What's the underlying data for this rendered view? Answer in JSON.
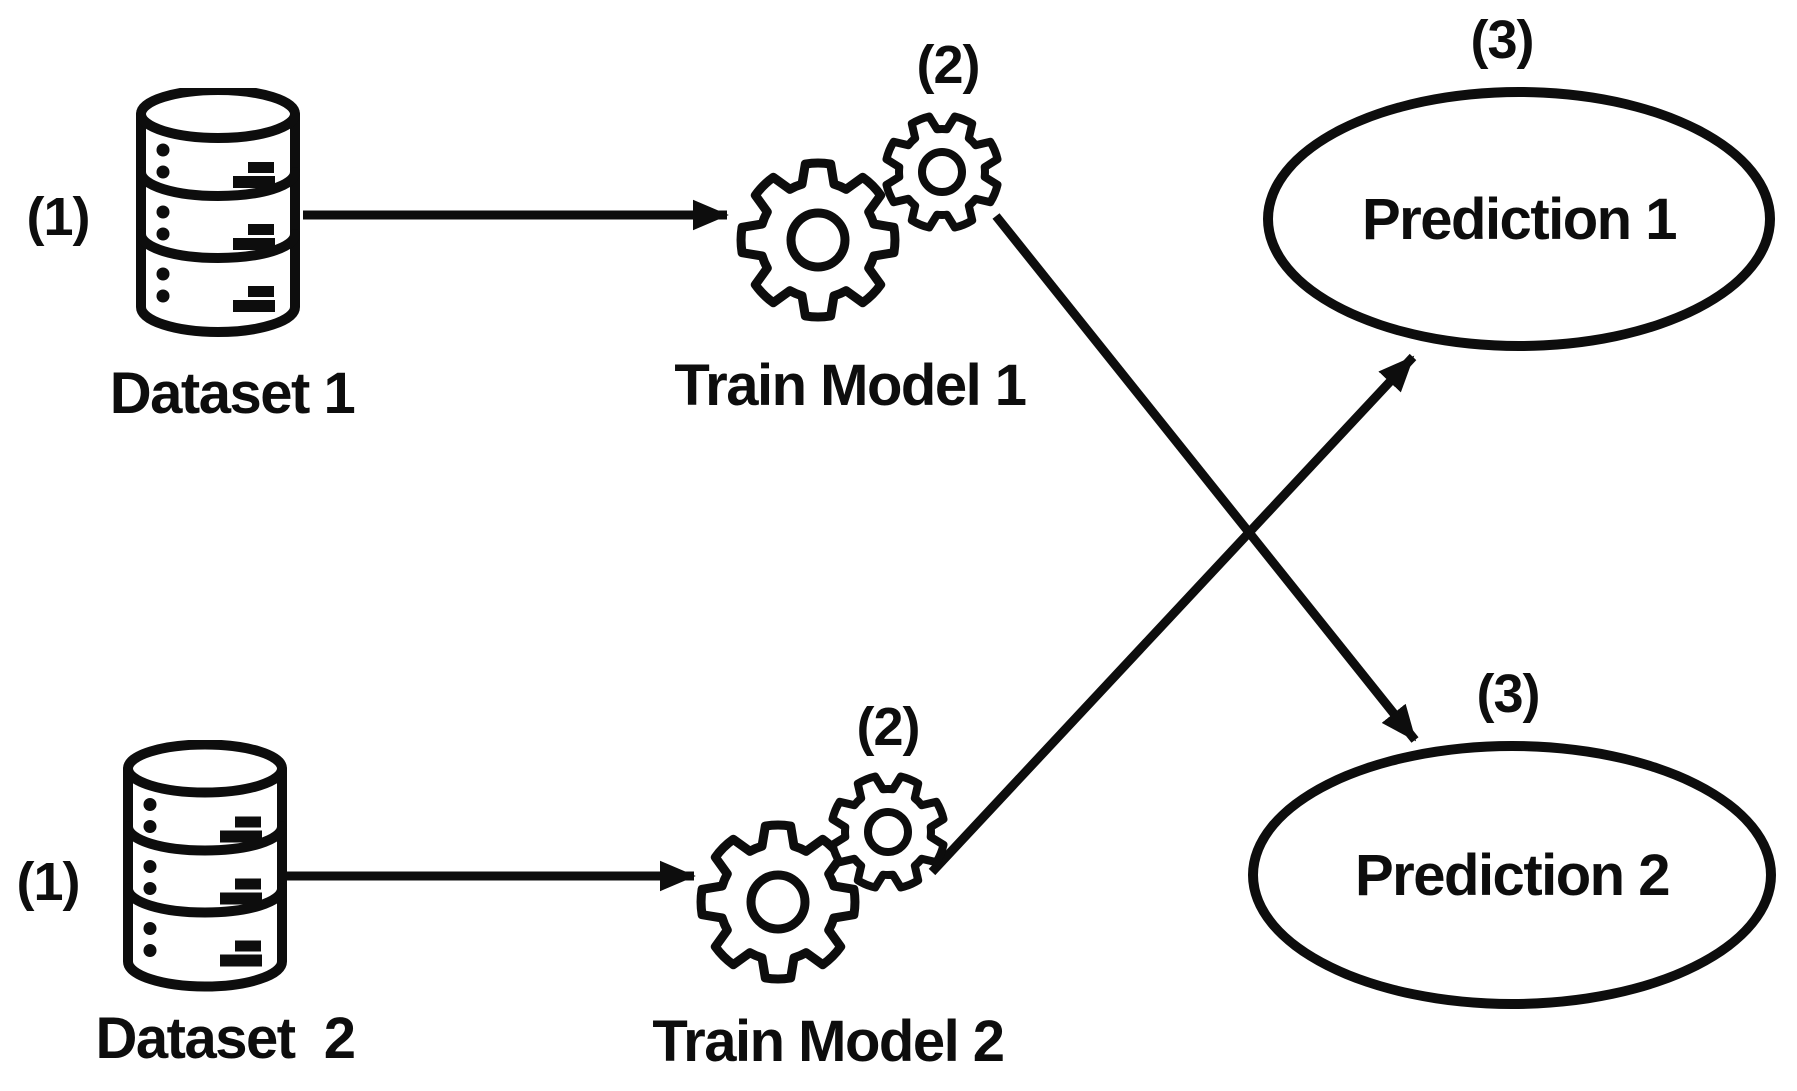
{
  "diagram": {
    "type": "flowchart",
    "colors": {
      "ink": "#0d0d0d",
      "background": "#ffffff"
    },
    "nodes": {
      "dataset1": {
        "step_label": "(1)",
        "label": "Dataset 1",
        "icon": "database"
      },
      "train_model1": {
        "step_label": "(2)",
        "label": "Train Model 1",
        "icon": "gears"
      },
      "prediction1": {
        "step_label": "(3)",
        "label": "Prediction 1",
        "shape": "ellipse"
      },
      "dataset2": {
        "step_label": "(1)",
        "label": "Dataset  2",
        "icon": "database"
      },
      "train_model2": {
        "step_label": "(2)",
        "label": "Train Model 2",
        "icon": "gears"
      },
      "prediction2": {
        "step_label": "(3)",
        "label": "Prediction 2",
        "shape": "ellipse"
      }
    },
    "edges": [
      {
        "from": "dataset1",
        "to": "train_model1",
        "style": "arrow"
      },
      {
        "from": "dataset2",
        "to": "train_model2",
        "style": "arrow"
      },
      {
        "from": "train_model1",
        "to": "prediction2",
        "style": "arrow"
      },
      {
        "from": "train_model2",
        "to": "prediction1",
        "style": "arrow"
      }
    ]
  }
}
